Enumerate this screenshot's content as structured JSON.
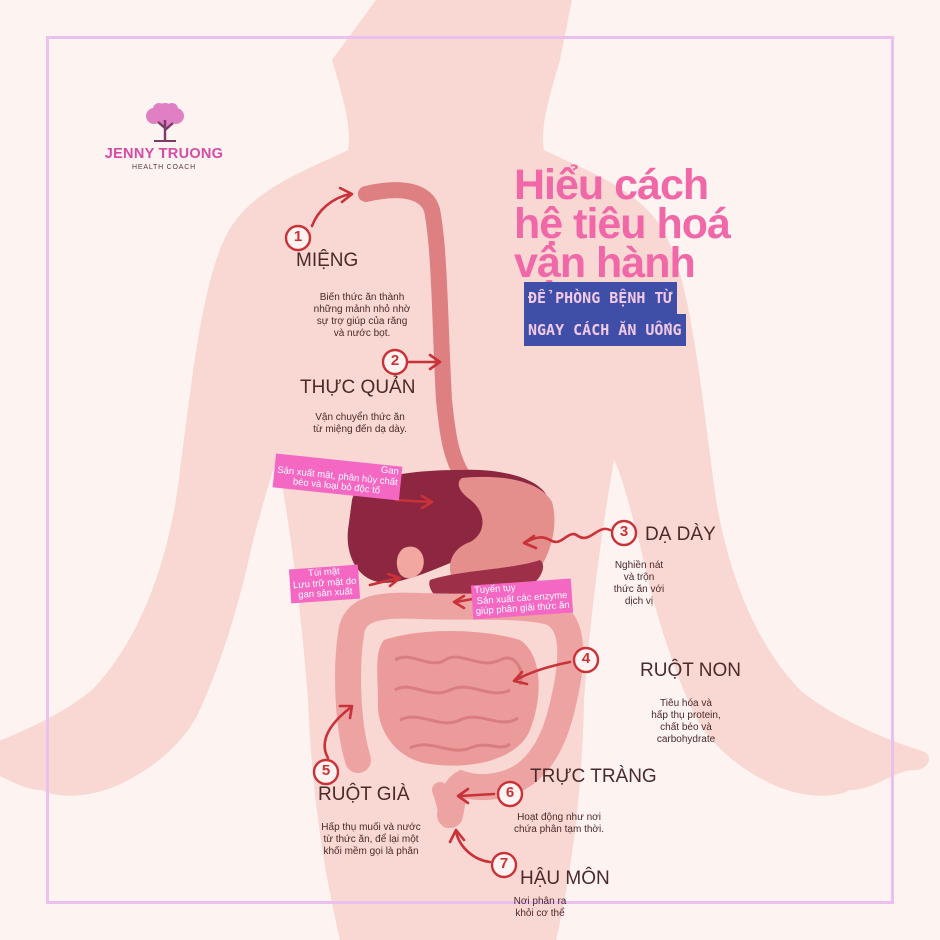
{
  "brand": {
    "name": "JENNY TRUONG",
    "subtitle": "HEALTH COACH"
  },
  "headline": {
    "lines": [
      "Hiểu cách",
      "hệ tiêu hoá",
      "vận hành"
    ],
    "banner_lines": [
      "ĐỂ PHÒNG BỆNH TỪ",
      "NGAY CÁCH ĂN UỐNG"
    ]
  },
  "colors": {
    "background": "#fdf3f1",
    "body": "#f9d7d3",
    "frame": "#ecc0ee",
    "title": "#f068a8",
    "banner": "#3f4fa8",
    "tag": "#f468c4",
    "arrow": "#c83238",
    "liver": "#8d2640",
    "esophagus": "#de7f82",
    "intestine": "#eea3a3"
  },
  "steps": [
    {
      "number": "1",
      "label": "MIỆNG",
      "desc": [
        "Biến thức ăn thành",
        "những mảnh nhỏ nhờ",
        "sự trợ giúp của răng",
        "và nước bọt."
      ]
    },
    {
      "number": "2",
      "label": "THỰC QUẢN",
      "desc": [
        "Vận chuyển thức ăn",
        "từ miệng đến dạ dày."
      ]
    },
    {
      "number": "3",
      "label": "DẠ DÀY",
      "desc": [
        "Nghiền nát",
        "và trộn",
        "thức ăn với",
        "dịch vị"
      ]
    },
    {
      "number": "4",
      "label": "RUỘT NON",
      "desc": [
        "Tiêu hóa và",
        "hấp thụ protein,",
        "chất béo và",
        "carbohydrate"
      ]
    },
    {
      "number": "5",
      "label": "RUỘT GIÀ",
      "desc": [
        "Hấp thụ muối và nước",
        "từ thức ăn, để lại một",
        "khối mềm gọi là phân"
      ]
    },
    {
      "number": "6",
      "label": "TRỰC TRÀNG",
      "desc": [
        "Hoạt động như nơi",
        "chứa phân tạm thời."
      ]
    },
    {
      "number": "7",
      "label": "HẬU MÔN",
      "desc": [
        "Nơi phân ra",
        "khỏi cơ thể"
      ]
    }
  ],
  "organ_tags": [
    {
      "lines": [
        "Gan",
        "Sản xuất mật, phân hủy chất",
        "béo và loại bỏ độc tố"
      ]
    },
    {
      "lines": [
        "Túi mật",
        "Lưu trữ mật do",
        "gan sản xuất"
      ]
    },
    {
      "lines": [
        "Tuyến tụy",
        "Sản xuất các enzyme",
        "giúp phân giải thức ăn"
      ]
    }
  ]
}
